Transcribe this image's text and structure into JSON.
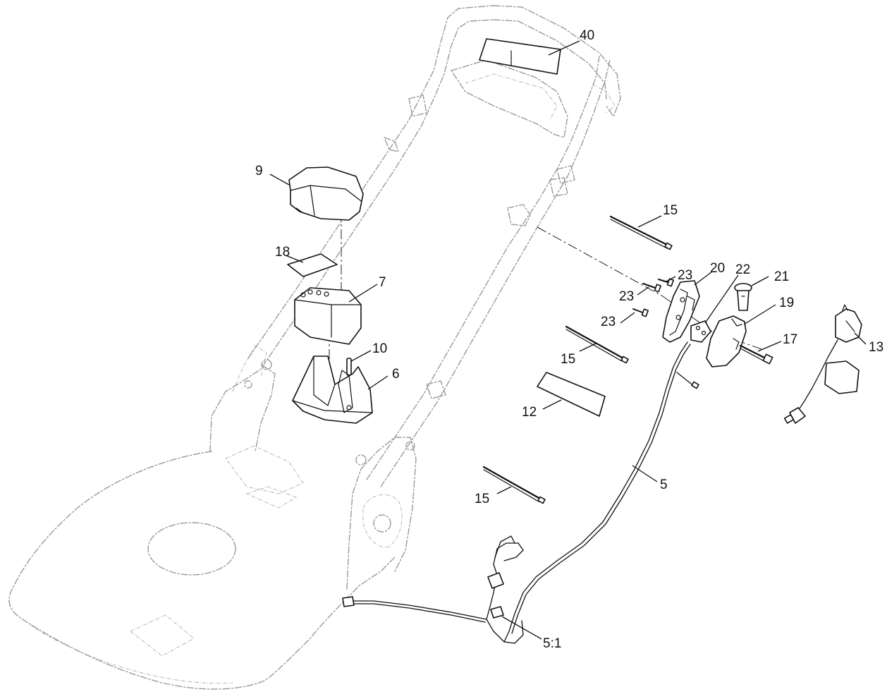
{
  "diagram": {
    "type": "exploded-parts-view",
    "callouts": {
      "c40": "40",
      "c9": "9",
      "c18": "18",
      "c7": "7",
      "c10": "10",
      "c6": "6",
      "c15a": "15",
      "c15b": "15",
      "c15c": "15",
      "c23a": "23",
      "c23b": "23",
      "c23c": "23",
      "c20": "20",
      "c22": "22",
      "c21": "21",
      "c19": "19",
      "c17": "17",
      "c13": "13",
      "c12": "12",
      "c5": "5",
      "c51": "5:1"
    }
  }
}
